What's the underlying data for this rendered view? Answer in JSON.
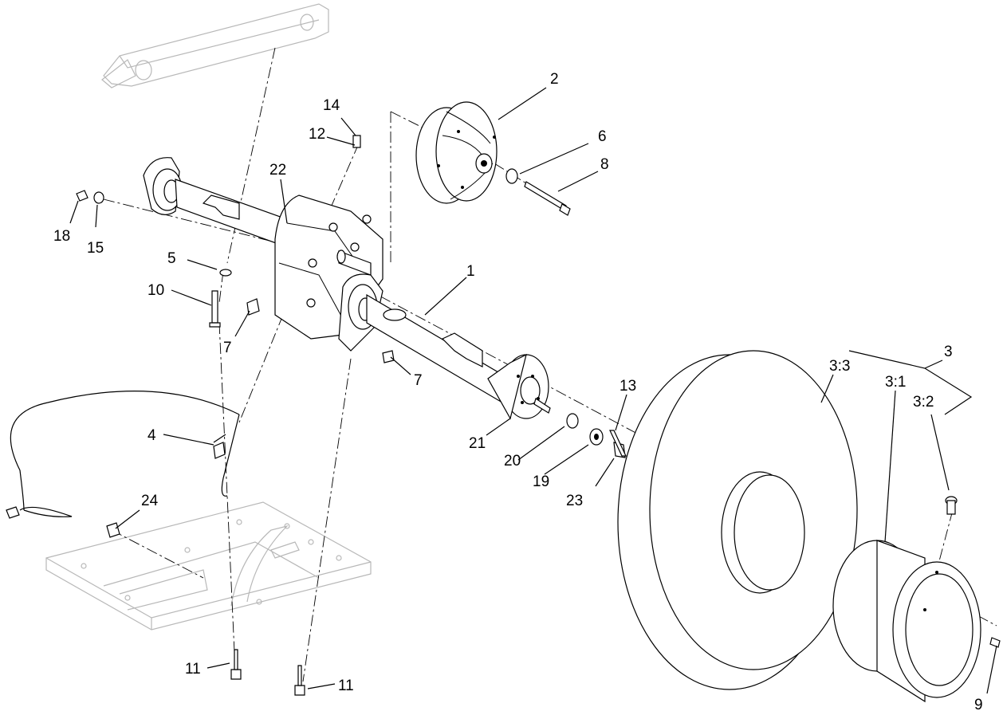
{
  "diagram": {
    "callouts": {
      "c1": "1",
      "c2": "2",
      "c3": "3",
      "c3_1": "3:1",
      "c3_2": "3:2",
      "c3_3": "3:3",
      "c4": "4",
      "c5": "5",
      "c6": "6",
      "c7a": "7",
      "c7b": "7",
      "c8": "8",
      "c9": "9",
      "c10": "10",
      "c11a": "11",
      "c11b": "11",
      "c12": "12",
      "c13": "13",
      "c14": "14",
      "c15": "15",
      "c18": "18",
      "c19": "19",
      "c20": "20",
      "c21": "21",
      "c22": "22",
      "c23": "23",
      "c24": "24"
    }
  }
}
